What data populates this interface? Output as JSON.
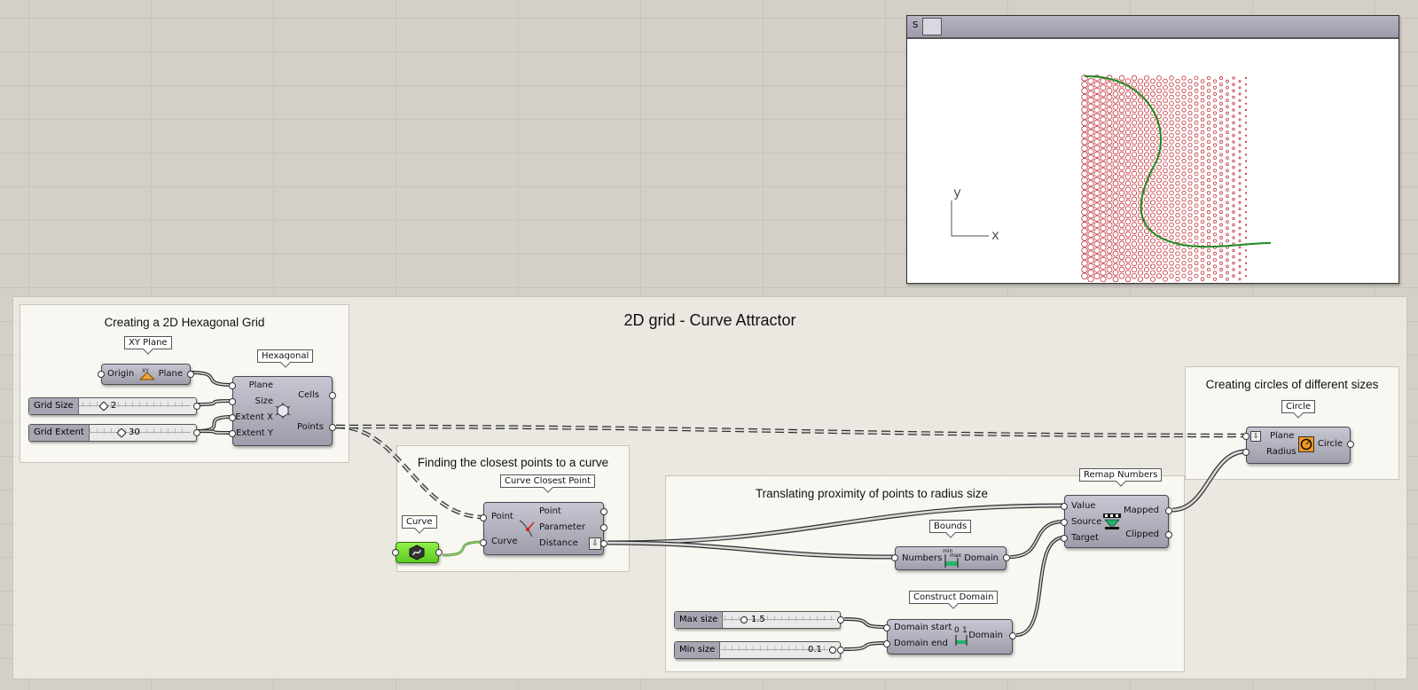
{
  "canvas_group": {
    "title": "2D grid - Curve Attractor"
  },
  "groups": {
    "hex": {
      "title": "Creating a 2D Hexagonal Grid"
    },
    "closest": {
      "title": "Finding the closest points to a curve"
    },
    "translate": {
      "title": "Translating proximity of points to radius size"
    },
    "circles": {
      "title": "Creating circles of different sizes"
    }
  },
  "tags": {
    "xy_plane": "XY Plane",
    "hexagonal": "Hexagonal",
    "curve": "Curve",
    "curve_closest_point": "Curve Closest Point",
    "bounds": "Bounds",
    "construct_domain": "Construct Domain",
    "remap_numbers": "Remap Numbers",
    "circle": "Circle"
  },
  "xy_plane": {
    "in": "Origin",
    "out": "Plane"
  },
  "hexagonal": {
    "inputs": [
      "Plane",
      "Size",
      "Extent X",
      "Extent Y"
    ],
    "outputs": [
      "Cells",
      "Points"
    ]
  },
  "sliders": {
    "grid_size": {
      "name": "Grid Size",
      "value": "2"
    },
    "grid_extent": {
      "name": "Grid Extent",
      "value": "30"
    },
    "max_size": {
      "name": "Max size",
      "value": "1.5"
    },
    "min_size": {
      "name": "Min size",
      "value": "0.1"
    }
  },
  "curve_closest_point": {
    "inputs": [
      "Point",
      "Curve"
    ],
    "outputs": [
      "Point",
      "Parameter",
      "Distance"
    ]
  },
  "bounds": {
    "in": "Numbers",
    "out": "Domain",
    "icon_min": "min",
    "icon_max": "max"
  },
  "construct_domain": {
    "inputs": [
      "Domain start",
      "Domain end"
    ],
    "out": "Domain",
    "icon_labels": [
      "0",
      "1"
    ]
  },
  "remap": {
    "inputs": [
      "Value",
      "Source",
      "Target"
    ],
    "outputs": [
      "Mapped",
      "Clipped"
    ]
  },
  "circle": {
    "inputs": [
      "Plane",
      "Radius"
    ],
    "out": "Circle"
  },
  "viewer": {
    "label": "S",
    "axis_x": "x",
    "axis_y": "y"
  },
  "colors": {
    "points": "#c0303a",
    "curve": "#1f8a1f",
    "curve_param": "#7fe03a",
    "wire": "#555555",
    "bounds_icon": "#24b36b"
  }
}
